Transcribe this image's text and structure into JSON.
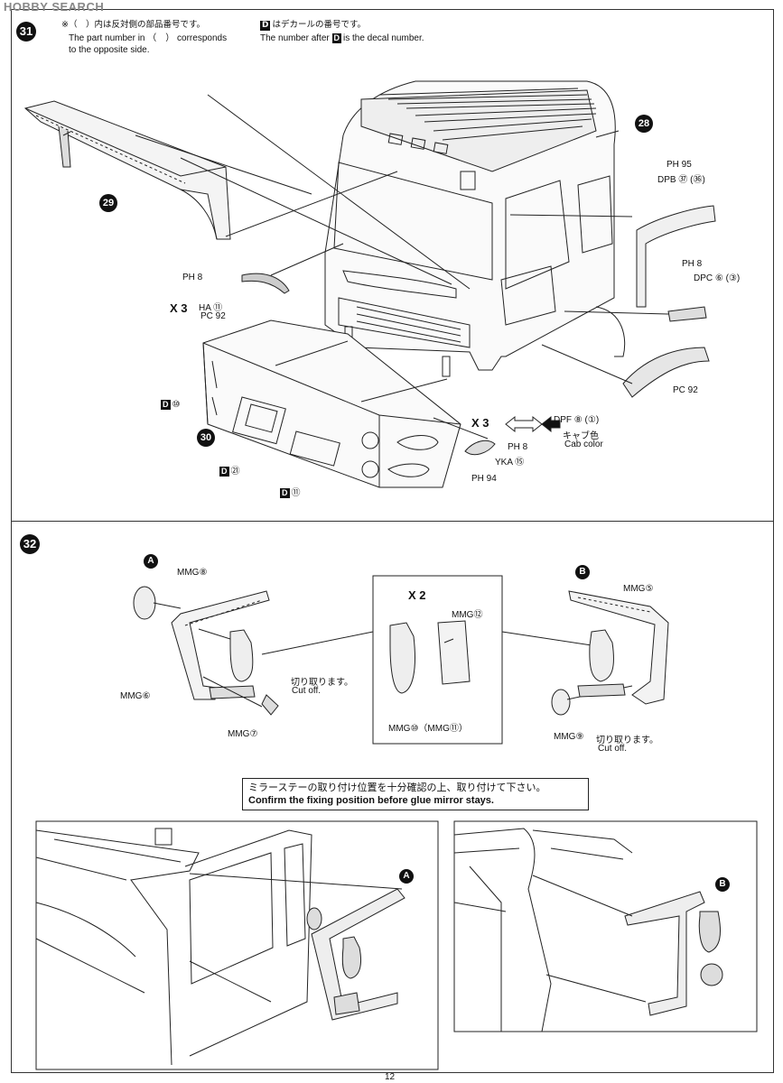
{
  "watermark": "HOBBY SEARCH",
  "page_number": "12",
  "step31": {
    "number": "31",
    "note_jp": "※（　）内は反対側の部品番号です。",
    "note_en_1": "The part number in （　） corresponds",
    "note_en_2": "to the opposite side.",
    "decal_note_jp": "はデカールの番号です。",
    "decal_note_en": "The number after",
    "decal_note_en_2": "is the decal number.",
    "decal_letter": "D",
    "parts": {
      "p28": "28",
      "p29": "29",
      "p30": "30",
      "ph95": "PH 95",
      "dpb": "DPB ㊲ (㊱)",
      "ph8_right": "PH 8",
      "dpc": "DPC ⑥ (③)",
      "pc92_right": "PC 92",
      "ph8_left": "PH 8",
      "x3_left": "X 3",
      "ha": "HA ⑪",
      "pc92_left": "PC 92",
      "d10": "⑩",
      "d71": "㉑",
      "d11": "⑪",
      "x3_right": "X 3",
      "dpf": "DPF ⑧ (①)",
      "cab_color_jp": "キャブ色",
      "cab_color_en": "Cab color",
      "ph8_lamp": "PH 8",
      "yka": "YKA ⑮",
      "ph94": "PH 94"
    }
  },
  "step32": {
    "number": "32",
    "badge_a": "A",
    "badge_b": "B",
    "mmg8": "MMG⑧",
    "mmg6": "MMG⑥",
    "mmg7": "MMG⑦",
    "mmg5": "MMG⑤",
    "mmg9": "MMG⑨",
    "mmg12": "MMG⑫",
    "mmg10_11": "MMG⑩（MMG⑪）",
    "x2": "X 2",
    "cutoff_jp_a": "切り取ります。",
    "cutoff_en_a": "Cut off.",
    "cutoff_jp_b": "切り取ります。",
    "cutoff_en_b": "Cut off.",
    "confirm_jp": "ミラーステーの取り付け位置を十分確認の上、取り付けて下さい。",
    "confirm_en": "Confirm the fixing position before glue mirror stays.",
    "detail_a_badge": "A",
    "detail_b_badge": "B"
  }
}
